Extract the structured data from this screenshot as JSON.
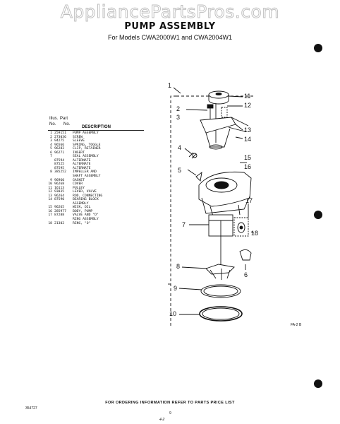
{
  "header": {
    "watermark": "AppliancePartsPros.com",
    "title": "PUMP ASSEMBLY",
    "subtitle": "For Models CWA2000W1 and CWA2004W1"
  },
  "parts_table": {
    "header_illus": "Illus.",
    "header_part": "Part",
    "header_no1": "No.",
    "header_no2": "No.",
    "header_description": "DESCRIPTION",
    "rows": [
      {
        "no": "1",
        "part": "259151",
        "desc": "PUMP ASSEMBLY"
      },
      {
        "no": "2",
        "part": "273036",
        "desc": "SCREW"
      },
      {
        "no": "3",
        "part": "94275",
        "desc": "SLEEVE"
      },
      {
        "no": "4",
        "part": "96566",
        "desc": "SPRING, TOGGLE"
      },
      {
        "no": "5",
        "part": "96282",
        "desc": "CLIP, RETAINER"
      },
      {
        "no": "6",
        "part": "96271",
        "desc": "INSERT"
      },
      {
        "no": "7",
        "part": "",
        "desc": "SEAL ASSEMBLY"
      },
      {
        "no": "",
        "part": "87594",
        "desc": "ALTERNATE"
      },
      {
        "no": "",
        "part": "87525",
        "desc": "ALTERNATE"
      },
      {
        "no": "",
        "part": "87595",
        "desc": "ALTERNATE"
      },
      {
        "no": "8",
        "part": "385252",
        "desc": "IMPELLER AND"
      },
      {
        "no": "",
        "part": "",
        "desc": "SHAFT ASSEMBLY"
      },
      {
        "no": "9",
        "part": "96960",
        "desc": "GASKET"
      },
      {
        "no": "10",
        "part": "96268",
        "desc": "COVER"
      },
      {
        "no": "11",
        "part": "16113",
        "desc": "PULLEY"
      },
      {
        "no": "12",
        "part": "93035",
        "desc": "LEVER, VALVE"
      },
      {
        "no": "13",
        "part": "96264",
        "desc": "ROD, CONNECTING"
      },
      {
        "no": "14",
        "part": "87590",
        "desc": "BEARING BLOCK"
      },
      {
        "no": "",
        "part": "",
        "desc": "ASSEMBLY"
      },
      {
        "no": "15",
        "part": "96265",
        "desc": "WICK, OIL"
      },
      {
        "no": "16",
        "part": "285977",
        "desc": "BODY, PUMP"
      },
      {
        "no": "17",
        "part": "87288",
        "desc": "VALVE AND \"O\""
      },
      {
        "no": "",
        "part": "",
        "desc": "RING ASSEMBLY"
      },
      {
        "no": "18",
        "part": "21302",
        "desc": "RING, \"O\""
      }
    ]
  },
  "diagram": {
    "callouts": [
      "1",
      "2",
      "3",
      "4",
      "5",
      "6",
      "7",
      "8",
      "9",
      "10",
      "11",
      "12",
      "13",
      "14",
      "15",
      "16",
      "17",
      "18"
    ],
    "code": "FA-2 B"
  },
  "footer": {
    "note": "FOR ORDERING INFORMATION REFER TO PARTS PRICE LIST",
    "doc_number": "354727",
    "page_number": "9",
    "page_mark": "4-2"
  }
}
